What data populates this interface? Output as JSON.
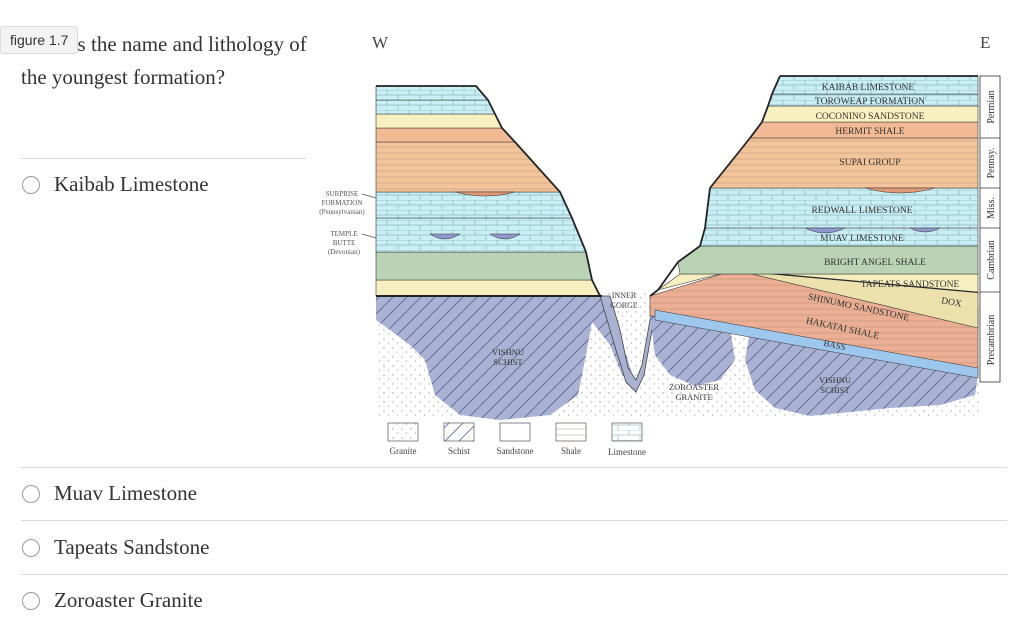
{
  "question": {
    "figure_tag": "figure 1.7",
    "text": "What is the name and lithology of the youngest formation?"
  },
  "options": [
    {
      "label": "Kaibab Limestone"
    },
    {
      "label": "Muav Limestone"
    },
    {
      "label": "Tapeats Sandstone"
    },
    {
      "label": "Zoroaster Granite"
    }
  ],
  "figure": {
    "compass": {
      "west": "W",
      "east": "E"
    },
    "layers": {
      "kaibab": "KAIBAB LIMESTONE",
      "toroweap": "TOROWEAP FORMATION",
      "coconino": "COCONINO SANDSTONE",
      "hermit": "HERMIT SHALE",
      "supai": "SUPAI GROUP",
      "redwall": "REDWALL LIMESTONE",
      "muav": "MUAV LIMESTONE",
      "bright_angel": "BRIGHT ANGEL SHALE",
      "tapeats": "TAPEATS SANDSTONE",
      "shinumo": "SHINUMO SANDSTONE",
      "dox": "DOX",
      "hakatai": "HAKATAI SHALE",
      "bass": "BASS"
    },
    "left_labels": {
      "surprise_1": "SURPRISE",
      "surprise_2": "FORMATION",
      "surprise_3": "(Pennsylvanian)",
      "temple_1": "TEMPLE",
      "temple_2": "BUTTE",
      "temple_3": "(Devonian)"
    },
    "center_labels": {
      "inner_1": "INNER",
      "inner_2": "GORGE",
      "vishnu_1": "VISHNU",
      "vishnu_2": "SCHIST",
      "zoro_1": "ZOROASTER",
      "zoro_2": "GRANITE",
      "vishnu_r1": "VISHNU",
      "vishnu_r2": "SCHIST"
    },
    "periods": {
      "permian": "Permian",
      "pennsy": "Pennsy.",
      "miss": "Miss.",
      "cambrian": "Cambrian",
      "precambrian": "Precambrian"
    },
    "legend": {
      "granite": "Granite",
      "schist": "Schist",
      "sandstone": "Sandstone",
      "shale": "Shale",
      "limestone": "Limestone"
    },
    "colors": {
      "limestone": "#c9eef4",
      "sandstone": "#f9f0bf",
      "shale": "#f2b995",
      "supai": "#f3c49a",
      "bright_angel": "#b9d3b4",
      "tapeats": "#f6efc0",
      "shinumo": "#ece1ad",
      "hakatai": "#ecae94",
      "bass": "#9ec7ee",
      "schist": "#aab2d4",
      "lens": "#8f98cc"
    }
  }
}
